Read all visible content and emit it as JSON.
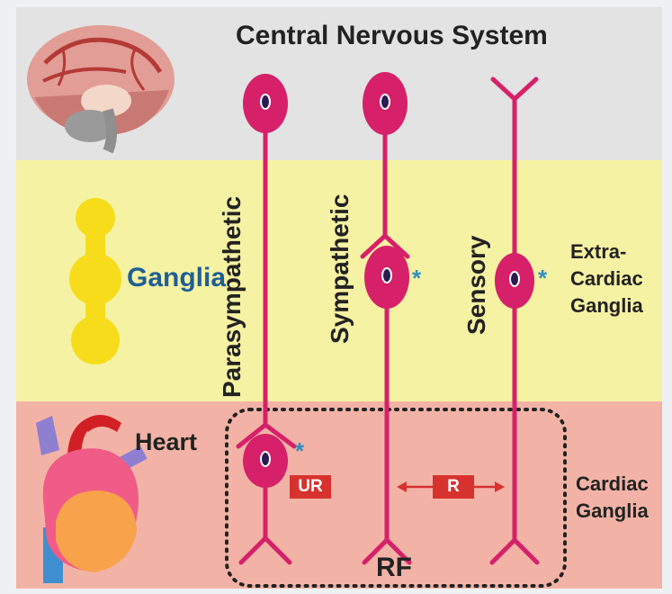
{
  "colors": {
    "cns_band": "#e3e3e3",
    "ganglia_band": "#f6f2a3",
    "heart_band": "#f2b3a6",
    "neuron": "#d6206a",
    "nucleus": "#2a1b52",
    "tag": "#d8322e",
    "asterisk": "#2f8fc1",
    "ganglia_label": "#1e5f95",
    "ganglia_chain": "#f7dc1b"
  },
  "regions": {
    "cns_title": "Central Nervous System",
    "ganglia_label": "Ganglia",
    "heart_label": "Heart",
    "extra_cardiac": [
      "Extra-",
      "Cardiac",
      "Ganglia"
    ],
    "cardiac": [
      "Cardiac",
      "Ganglia"
    ]
  },
  "pathways": {
    "parasympathetic": "Parasympathetic",
    "sympathetic": "Sympathetic",
    "sensory": "Sensory"
  },
  "markers": {
    "asterisk": "*",
    "ur_tag": "UR",
    "r_tag": "R",
    "rf_label": "RF"
  },
  "icons": [
    "brain-icon",
    "ganglia-chain-icon",
    "heart-icon"
  ]
}
